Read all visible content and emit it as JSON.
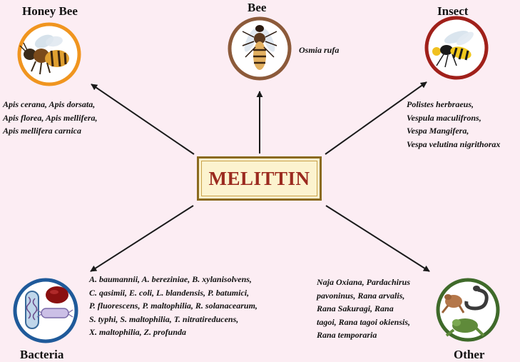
{
  "center": {
    "label": "MELITTIN"
  },
  "honey_bee": {
    "title": "Honey Bee",
    "species": [
      "Apis cerana, Apis dorsata,",
      "Apis florea, Apis mellifera,",
      "Apis mellifera carnica"
    ],
    "ring_color": "#f0951f"
  },
  "bee": {
    "title": "Bee",
    "species": [
      "Osmia rufa"
    ],
    "ring_color": "#8c5a3a"
  },
  "insect": {
    "title": "Insect",
    "species": [
      "Polistes herbraeus,",
      "Vespula maculifrons,",
      "Vespa Mangifera,",
      "Vespa velutina nigrithorax"
    ],
    "ring_color": "#a0201a"
  },
  "bacteria": {
    "title": "Bacteria",
    "species": [
      "A. baumannii, A. bereziniae, B. xylanisolvens,",
      "C. qasimii, E. coli, L. blandensis, P. batumici,",
      "P. fluorescens, P. maltophilia, R. solanacearum,",
      "S. typhi, S. maltophilia, T. nitratireducens,",
      "X. maltophilia, Z. profunda"
    ],
    "ring_color": "#1f5a9a"
  },
  "other": {
    "title": "Other",
    "species": [
      "Naja Oxiana, Pardachirus",
      "pavoninus, Rana arvalis,",
      "Rana Sakuragi, Rana",
      "tagoi, Rana tagoi okiensis,",
      "Rana temporaria"
    ],
    "ring_color": "#3f6a2a"
  },
  "colors": {
    "background": "#fcedf3",
    "arrow": "#1a1a1a",
    "center_border": "#8a6a1f",
    "center_fill": "#fcf3cf",
    "center_text": "#9b2a1f"
  }
}
